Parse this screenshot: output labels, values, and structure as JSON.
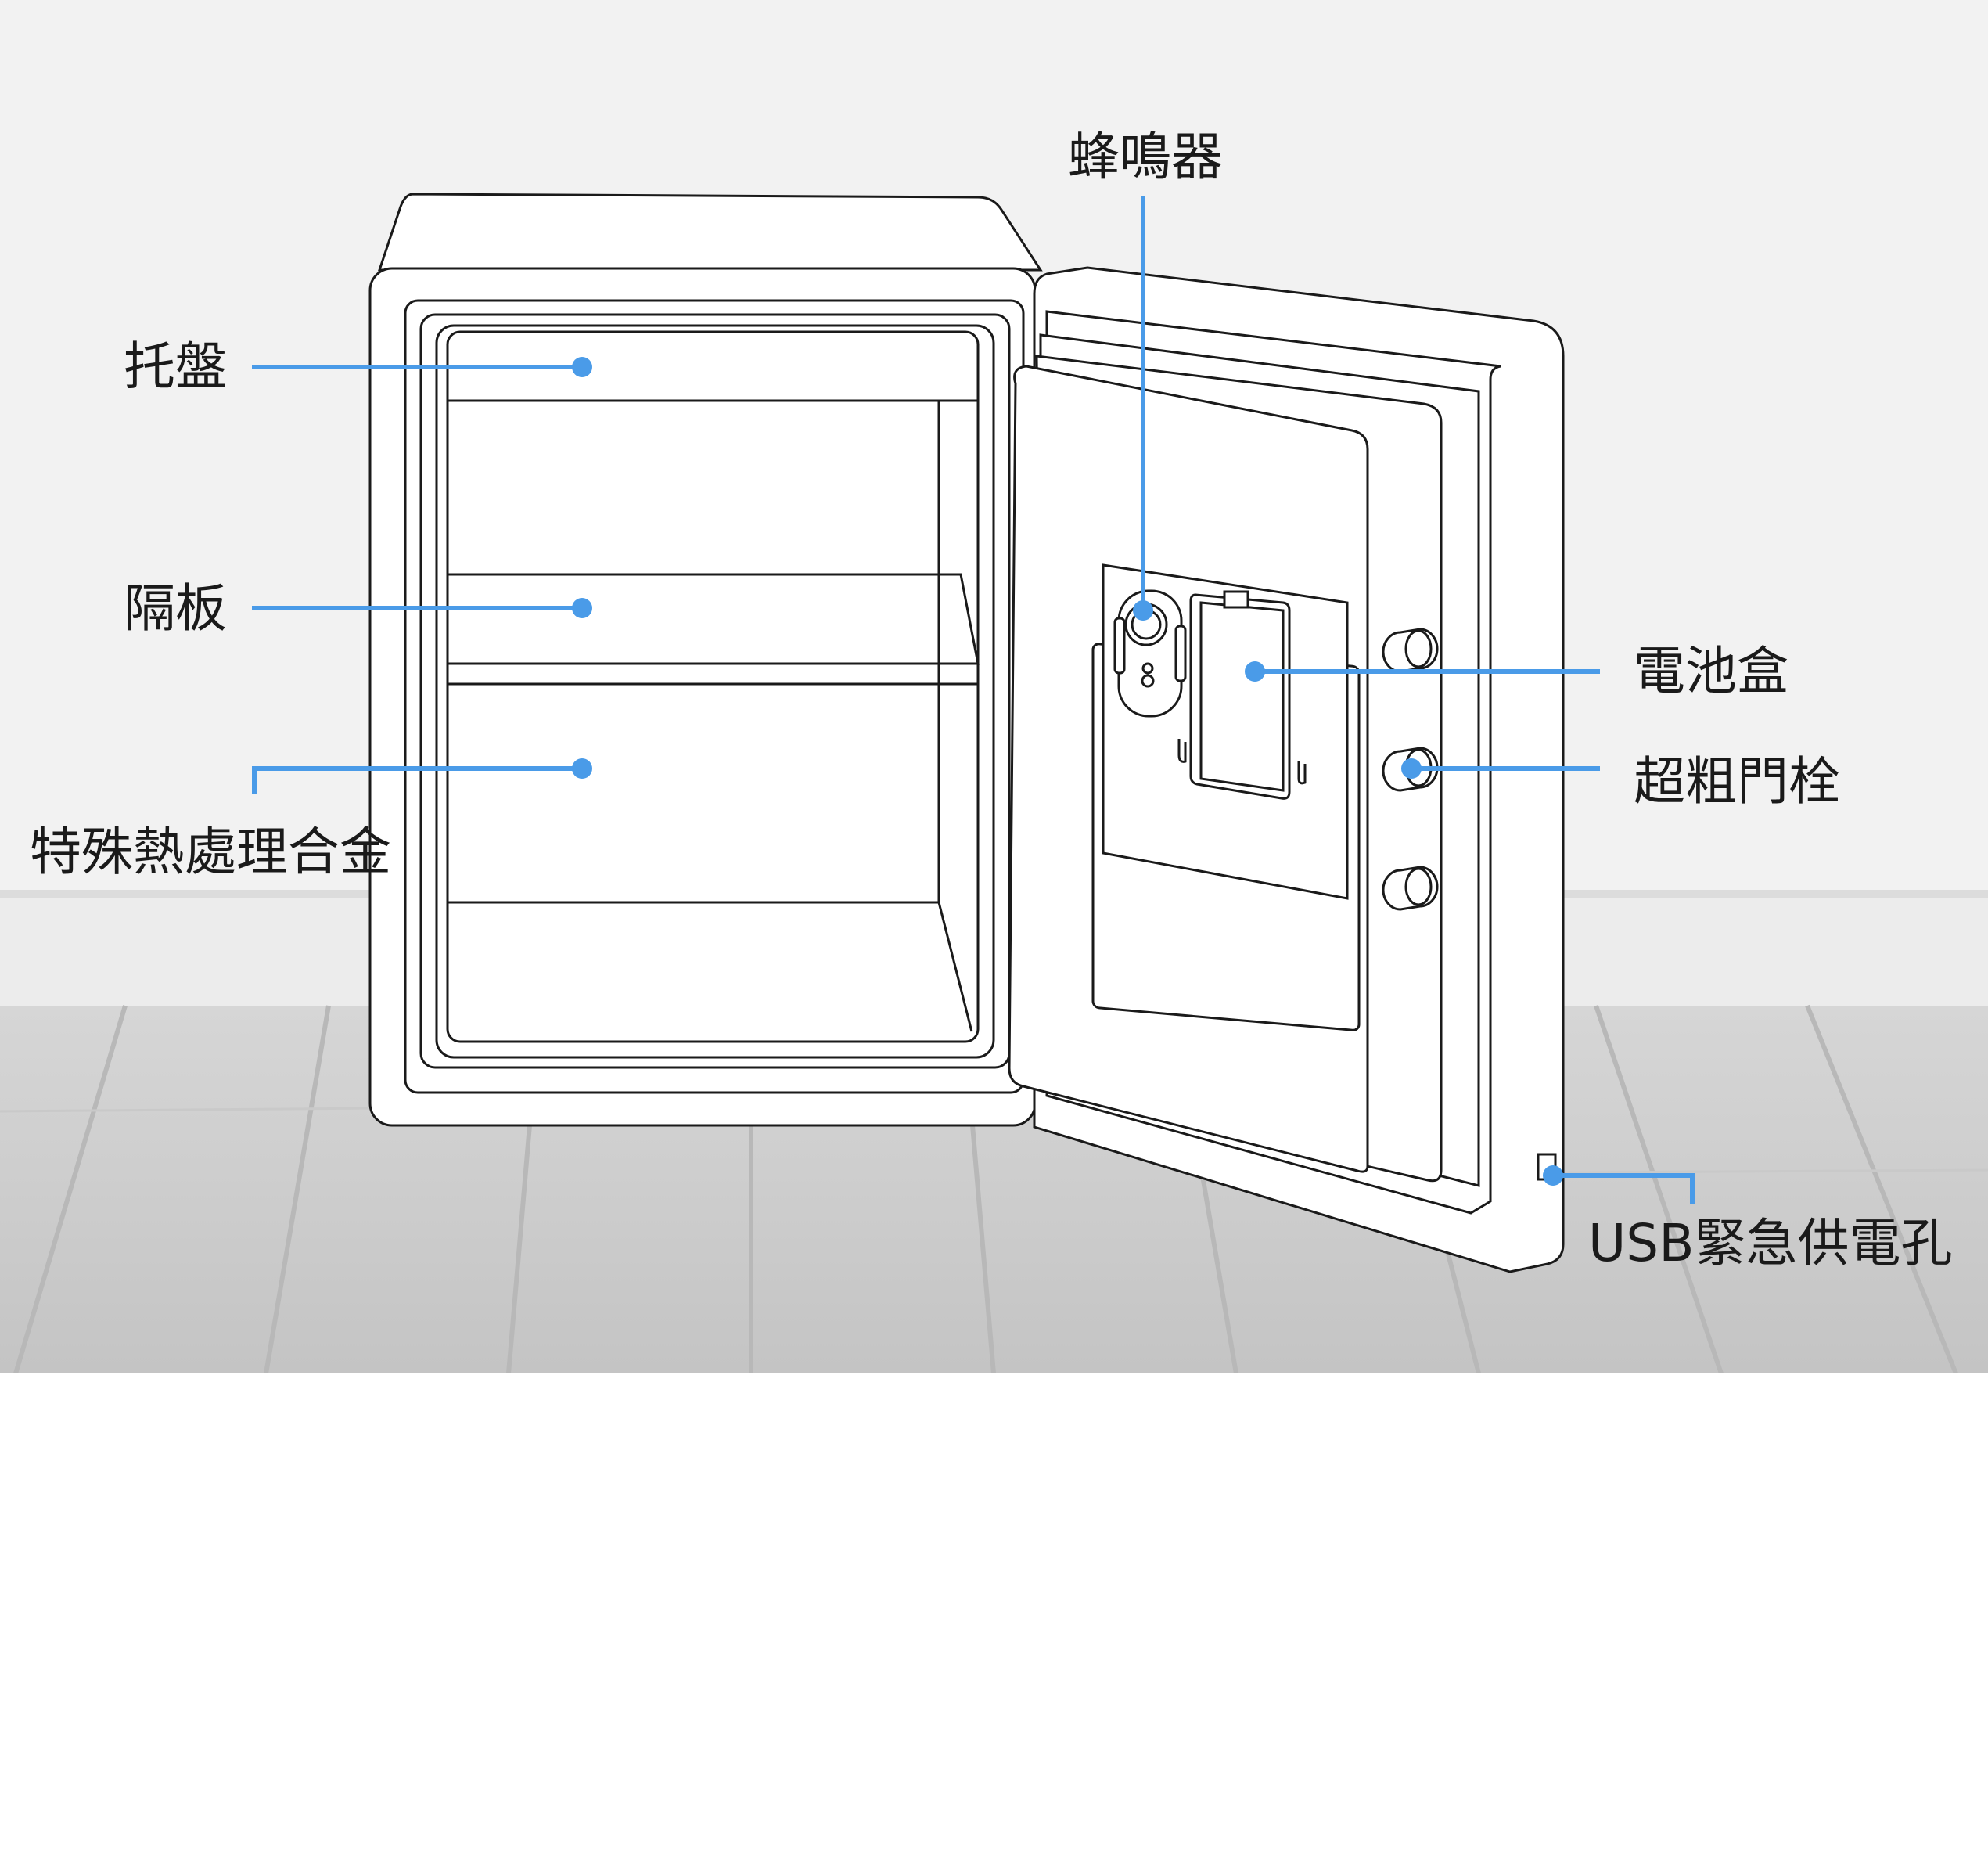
{
  "labels": {
    "buzzer": "蜂鳴器",
    "tray": "托盤",
    "shelf": "隔板",
    "alloy": "特殊熱處理合金",
    "battery_box": "電池盒",
    "bolts": "超粗門栓",
    "usb": "USB緊急供電孔"
  },
  "colors": {
    "callout": "#4a9be8",
    "outline": "#1a1a1a",
    "wall": "#f2f2f2",
    "floor": "#cfcfcf",
    "background": "#ffffff"
  }
}
